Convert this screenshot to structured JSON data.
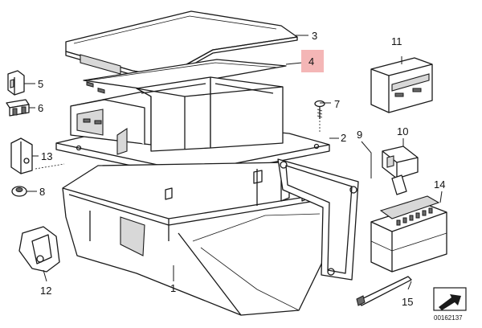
{
  "callouts": {
    "p1": "1",
    "p2": "2",
    "p3": "3",
    "p4": "4",
    "p5": "5",
    "p6": "6",
    "p7": "7",
    "p8": "8",
    "p9": "9",
    "p10": "10",
    "p11": "11",
    "p12": "12",
    "p13": "13",
    "p14": "14",
    "p15": "15"
  },
  "highlighted_callout": "4",
  "highlight_color": "#f4b6b6",
  "line_color": "#1a1a1a",
  "reference_number": "00162137",
  "corner_icon": "arrow-logo-icon"
}
